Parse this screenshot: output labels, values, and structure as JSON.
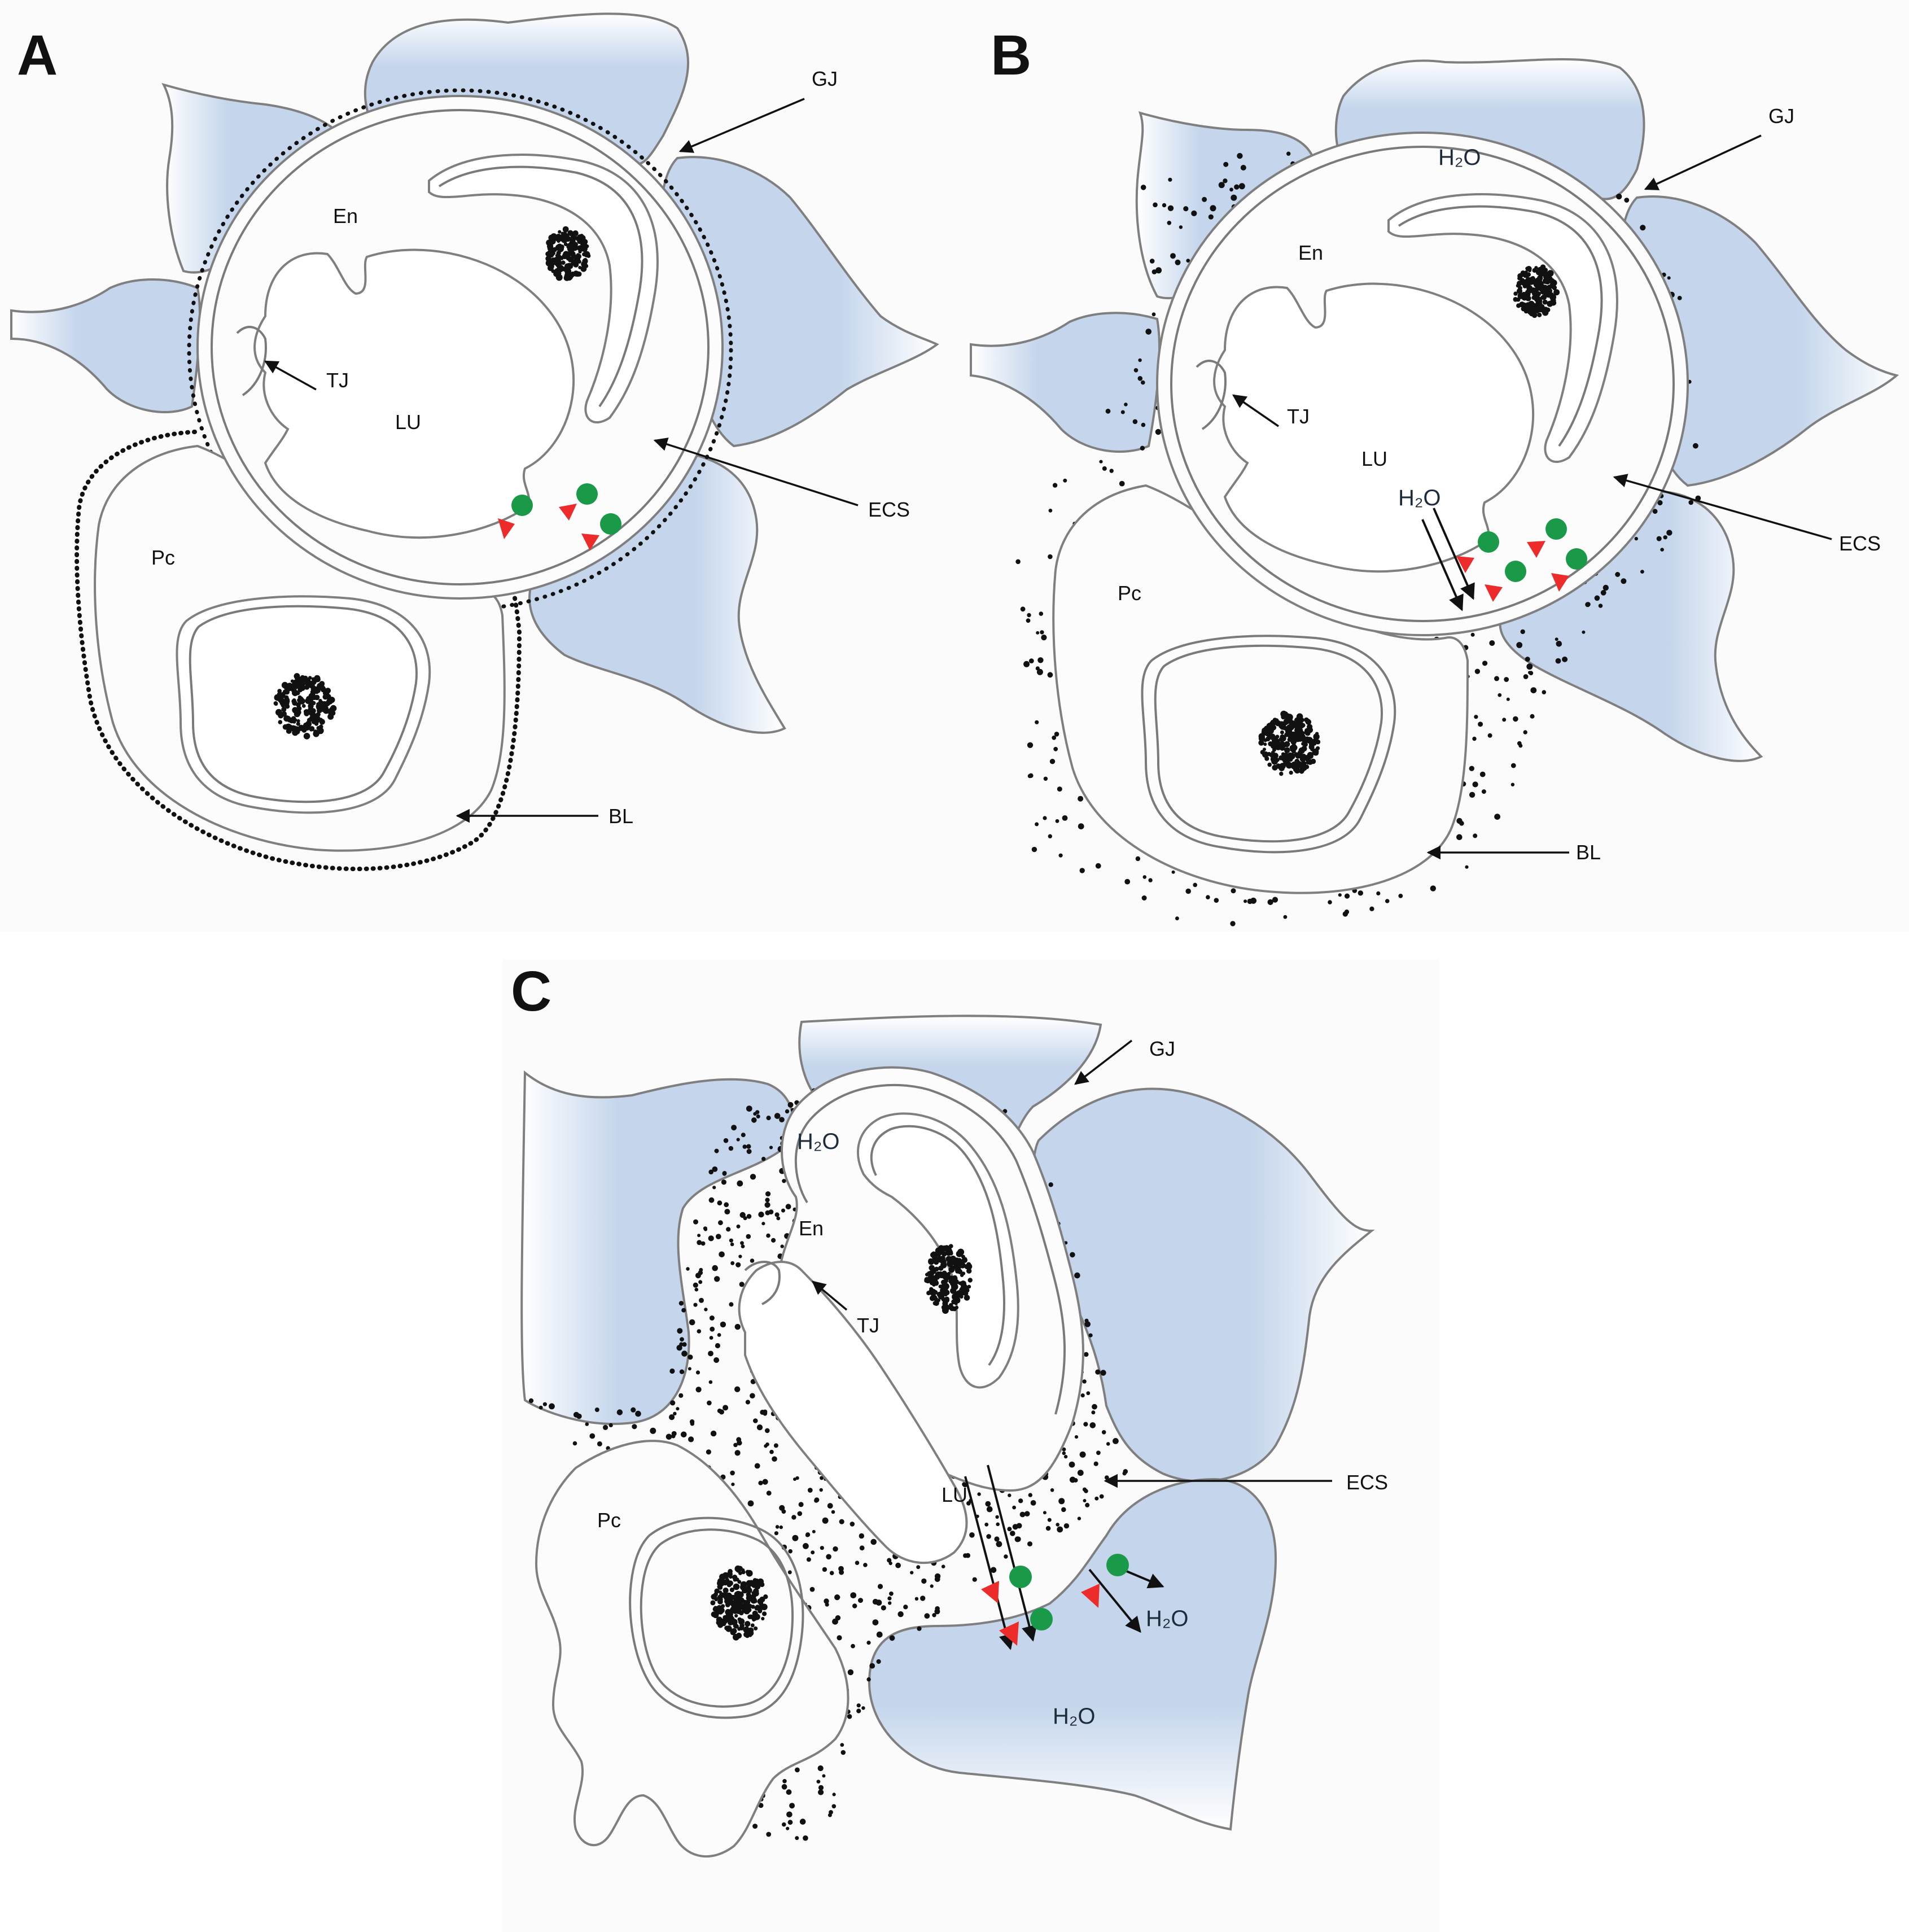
{
  "panels": {
    "A": {
      "letter": "A",
      "labels": {
        "gj": "GJ",
        "en": "En",
        "tj": "TJ",
        "lu": "LU",
        "ecs": "ECS",
        "pc": "Pc",
        "bl": "BL"
      }
    },
    "B": {
      "letter": "B",
      "labels": {
        "gj": "GJ",
        "h2o_top": "H₂O",
        "en": "En",
        "tj": "TJ",
        "lu": "LU",
        "h2o_mid": "H₂O",
        "ecs": "ECS",
        "pc": "Pc",
        "bl": "BL"
      }
    },
    "C": {
      "letter": "C",
      "labels": {
        "gj": "GJ",
        "h2o_top": "H₂O",
        "en": "En",
        "tj": "TJ",
        "lu": "LU",
        "ecs": "ECS",
        "pc": "Pc",
        "h2o_right": "H₂O",
        "h2o_bottom": "H₂O"
      }
    }
  },
  "colors": {
    "astrocyte_fill": "#c5d6ec",
    "aquaporin_green": "#1a9a48",
    "aquaporin_red": "#ee2b2b"
  }
}
